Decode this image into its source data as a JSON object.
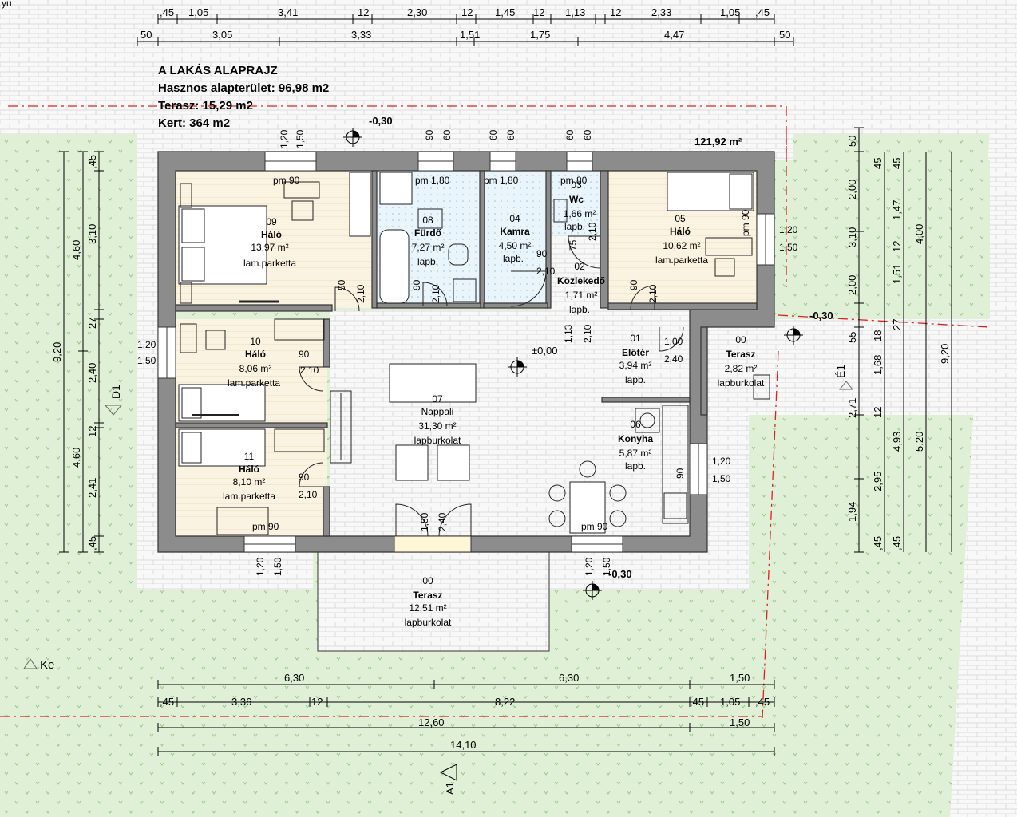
{
  "title": "A LAKÁS ALAPRAJZ",
  "summary": {
    "useful_area": "Hasznos alapterület:  96,98 m2",
    "terrace": "Terasz:  15,29 m2",
    "garden": "Kert: 364 m2"
  },
  "top_label": "yu",
  "plot_area": "121,92 m²",
  "dims": {
    "top1": [
      ",45",
      "1,05",
      "3,41",
      "12",
      "2,30",
      "12",
      "1,45",
      "12",
      "1,13",
      "12",
      "2,33",
      "1,05",
      ",45"
    ],
    "top2": [
      "50",
      "3,05",
      "3,33",
      "1,51",
      "1,75",
      "4,47",
      "50"
    ],
    "bottom1": [
      "6,30",
      "6,30",
      "1,50"
    ],
    "bottom2": [
      ",45",
      "3,36",
      "12",
      "8,22",
      ",45",
      "1,05",
      ",45"
    ],
    "bottom3": [
      "12,60",
      "1,50"
    ],
    "bottom4": [
      "14,10"
    ],
    "left_outer": [
      "9,20"
    ],
    "left_mid": [
      "4,60",
      "4,60"
    ],
    "left_inner": [
      ",45",
      "3,10",
      "27",
      "2,40",
      "12",
      "2,41",
      ",45"
    ],
    "right_a": [
      "50",
      "2,00",
      "3,10",
      "2,00",
      "55",
      "1,68",
      "2,71",
      "2,95",
      "1,94",
      ",45"
    ],
    "right_b": [
      "45",
      "1,47",
      "12",
      "1,51",
      "27",
      "18",
      "12",
      "4,93",
      ",45"
    ],
    "right_c": [
      "4,00",
      "9,20",
      "5,20"
    ]
  },
  "rooms": [
    {
      "num": "09",
      "name": "Háló",
      "area": "13,97 m²",
      "floor": "lam.parketta"
    },
    {
      "num": "08",
      "name": "Fürdő",
      "area": "7,27 m²",
      "floor": "lapb."
    },
    {
      "num": "04",
      "name": "Kamra",
      "area": "4,50 m²",
      "floor": "lapb."
    },
    {
      "num": "03",
      "name": "Wc",
      "area": "1,66 m²",
      "floor": "lapb."
    },
    {
      "num": "05",
      "name": "Háló",
      "area": "10,62 m²",
      "floor": "lam.parketta"
    },
    {
      "num": "10",
      "name": "Háló",
      "area": "8,06 m²",
      "floor": "lam.parketta"
    },
    {
      "num": "02",
      "name": "Közlekedő",
      "area": "1,71 m²",
      "floor": "lapb."
    },
    {
      "num": "01",
      "name": "Előtér",
      "area": "3,94 m²",
      "floor": "lapb."
    },
    {
      "num": "00",
      "name": "Terasz",
      "area": "2,82 m²",
      "floor": "lapburkolat"
    },
    {
      "num": "07",
      "name": "Nappali",
      "area": "31,30 m²",
      "floor": "lapburkolat"
    },
    {
      "num": "06",
      "name": "Konyha",
      "area": "5,87 m²",
      "floor": "lapb."
    },
    {
      "num": "11",
      "name": "Háló",
      "area": "8,10 m²",
      "floor": "lam.parketta"
    },
    {
      "num": "00",
      "name": "Terasz",
      "area": "12,51 m²",
      "floor": "lapburkolat"
    }
  ],
  "levels": {
    "ground": "±0,00",
    "minus_a": "-0,30",
    "minus_b": "-0,30",
    "minus_c": "-0,30"
  },
  "openings": {
    "w90": "pm 90",
    "w180": "pm 1,80",
    "w80": "pm 80",
    "d90": "90",
    "d210": "2,10",
    "d120": "1,20",
    "d150": "1,50",
    "d60": "60",
    "d75": "75",
    "d100": "1,00",
    "d240": "2,40",
    "d180": "1,80",
    "d113": "1,13"
  },
  "sections": {
    "a": "A1",
    "d": "D1",
    "e": "É1",
    "k": "Ke"
  },
  "colors": {
    "garden": "#dff0d6",
    "tile_line": "#d4d4d4",
    "wall": "#8c8c8c",
    "red_line": "#e02020"
  }
}
